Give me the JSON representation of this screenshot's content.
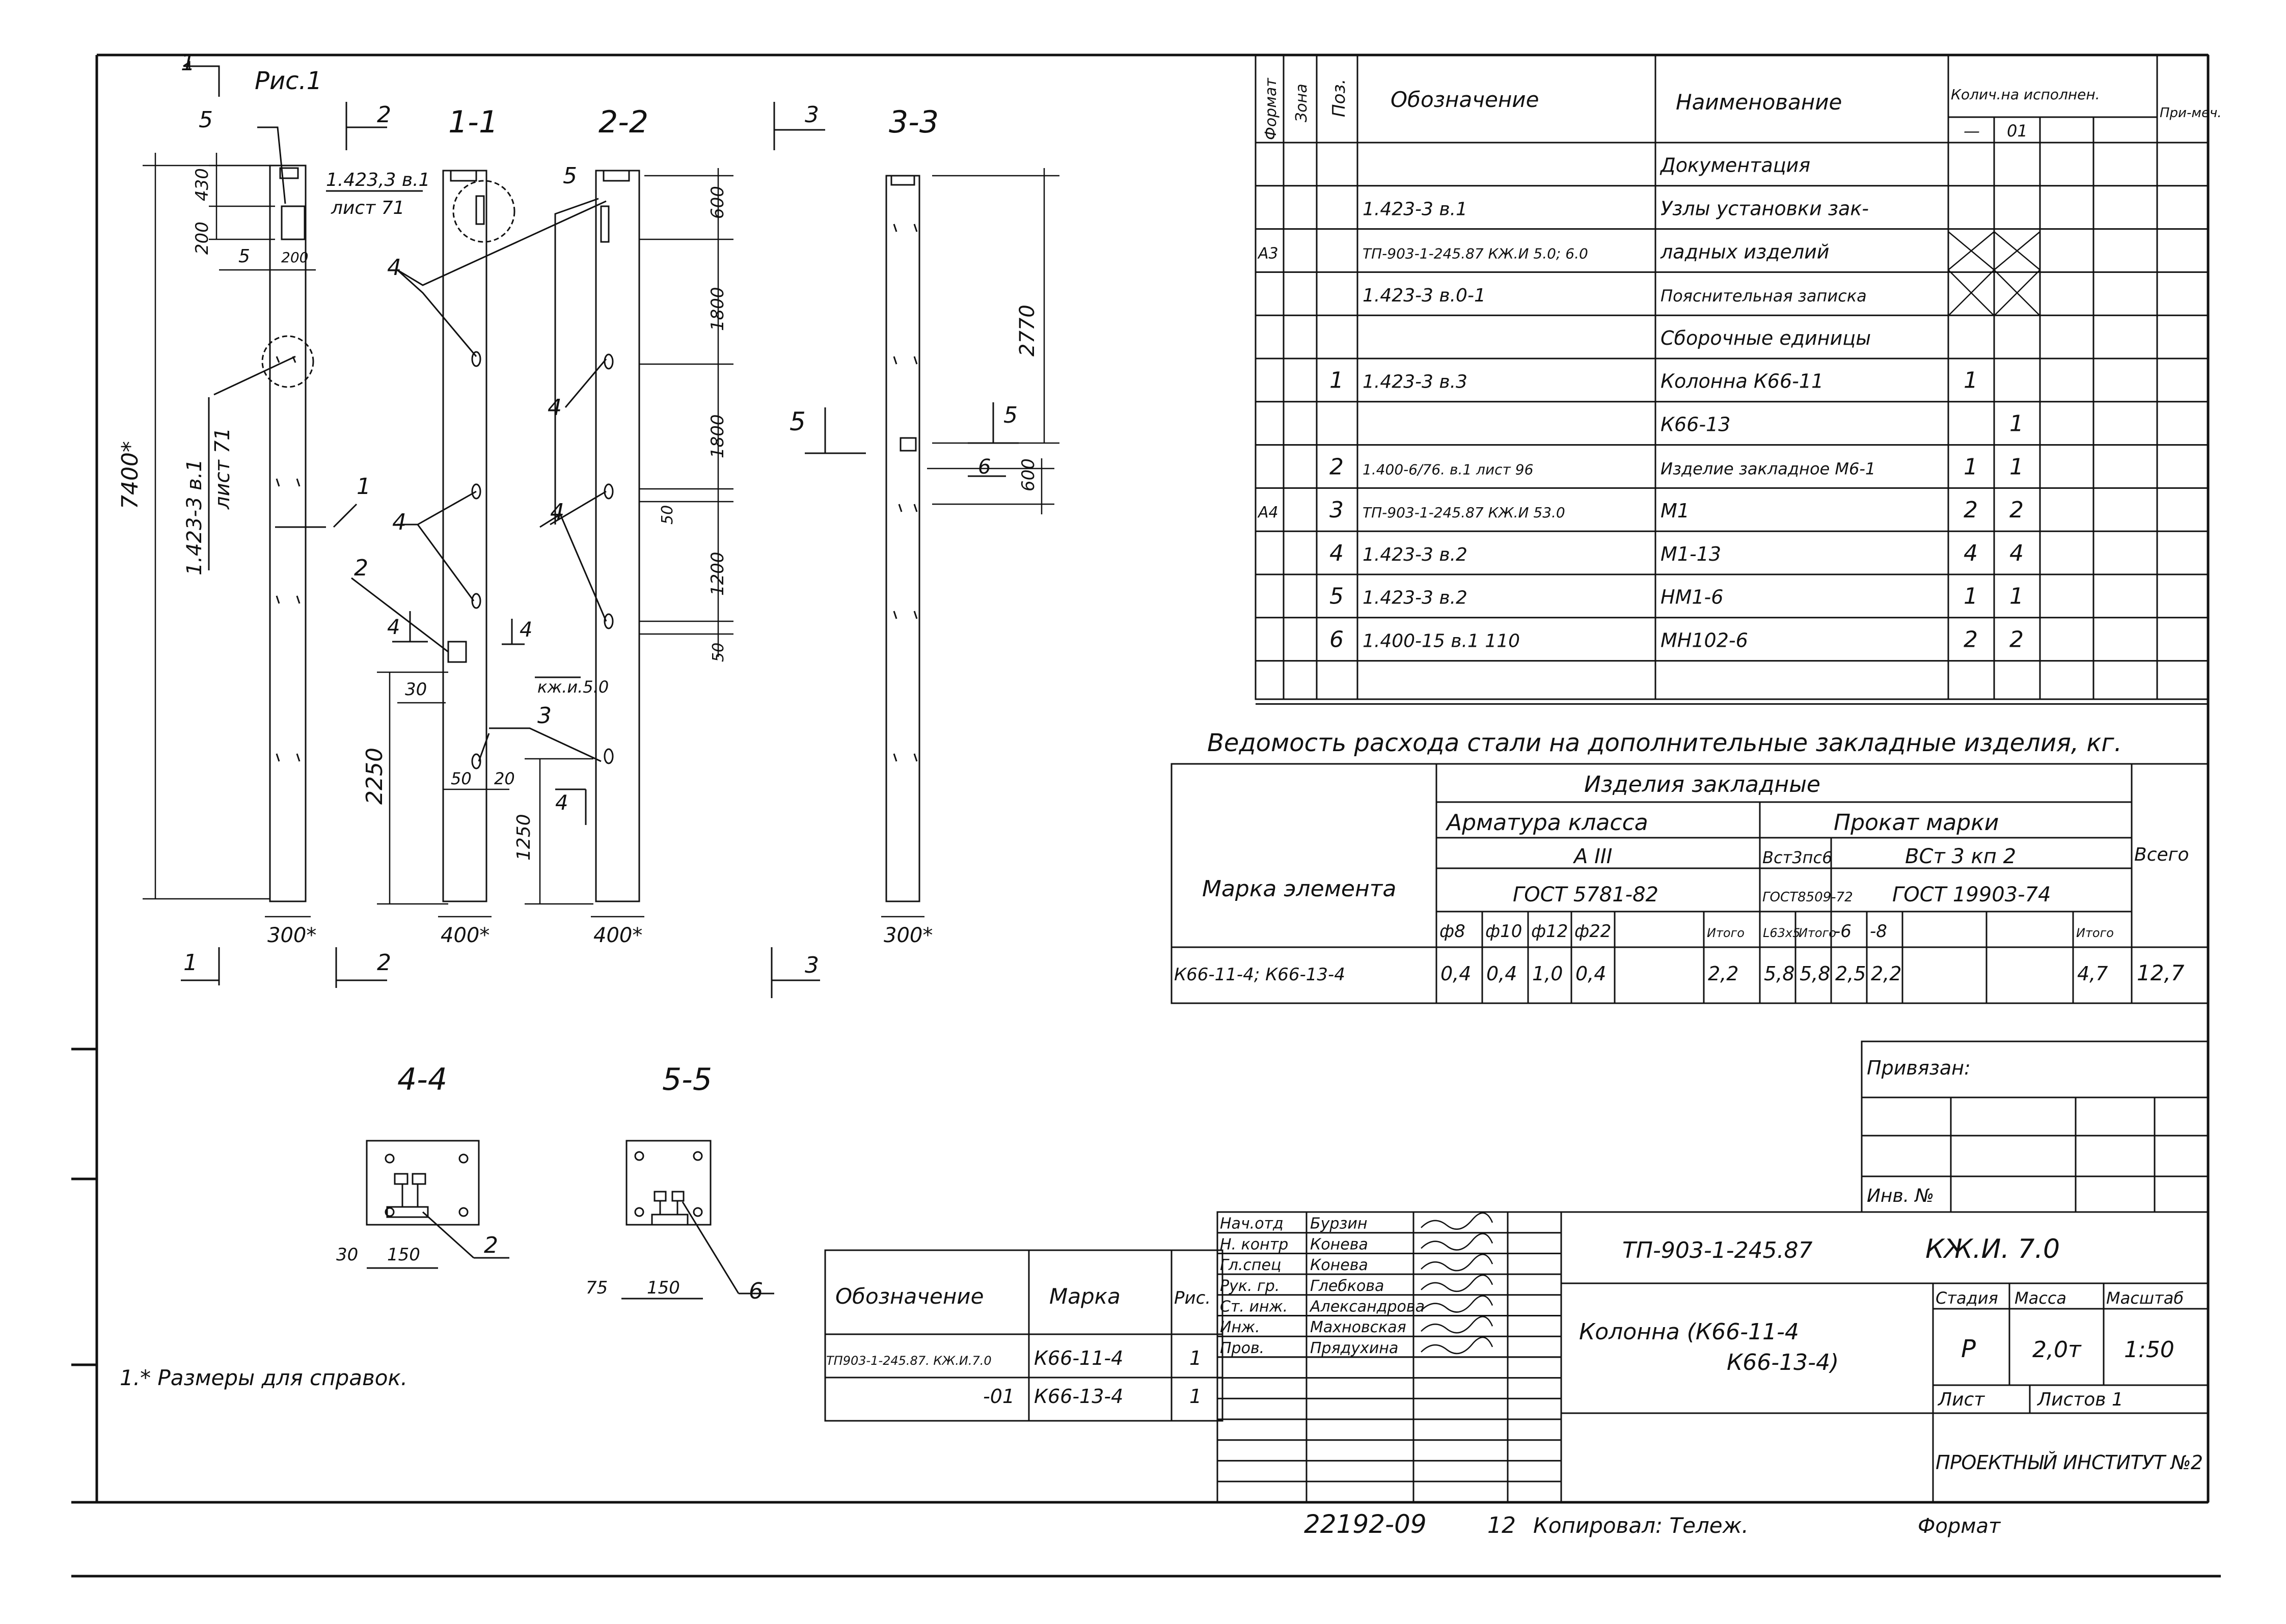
{
  "figure": {
    "title": "Рис.1",
    "sections": {
      "s11": "1-1",
      "s22": "2-2",
      "s33": "3-3",
      "s44": "4-4",
      "s55": "5-5"
    },
    "cut_marks": {
      "c1": "1",
      "c2": "2",
      "c3": "3",
      "c4": "4",
      "c5": "5"
    },
    "callouts": {
      "p1": "1",
      "p2": "2",
      "p3": "3",
      "p4": "4",
      "p5": "5",
      "p6": "6",
      "ref_node_a": "1.423-3 в.1",
      "ref_node_a_sheet": "лист 71",
      "ref_node_b": "1.423,3 в.1",
      "ref_node_b_sheet": "лист 71",
      "ref_kzhi": "кж.и.5.0"
    },
    "dims": {
      "d7400": "7400*",
      "d430": "430",
      "d200": "200",
      "d5": "5",
      "d200b": "200",
      "d600": "600",
      "d1800a": "1800",
      "d1800b": "1800",
      "d1200": "1200",
      "d50a": "50",
      "d50b": "50",
      "d2770": "2770",
      "d600b": "600",
      "d2250": "2250",
      "d30": "30",
      "d1250": "1250",
      "d50c": "50",
      "d20": "20",
      "w300a": "300*",
      "w400a": "400*",
      "w400b": "400*",
      "w300b": "300*",
      "s44_30": "30",
      "s44_150": "150",
      "s55_75": "75",
      "s55_150": "150"
    },
    "note": "1.* Размеры для справок."
  },
  "spec_table": {
    "headers": {
      "format": "Формат",
      "zone": "Зона",
      "pos": "Поз.",
      "oboz": "Обозначение",
      "naim": "Наименование",
      "kol": "Колич.на исполнен.",
      "kol_a": "—",
      "kol_b": "01",
      "prim": "При-меч."
    },
    "rows": [
      {
        "format": "",
        "zone": "",
        "pos": "",
        "oboz": "",
        "naim": "Документация",
        "q1": "",
        "q2": ""
      },
      {
        "format": "",
        "zone": "",
        "pos": "",
        "oboz": "1.423-3  в.1",
        "naim": "Узлы установки зак-",
        "q1": "",
        "q2": ""
      },
      {
        "format": "А3",
        "zone": "",
        "pos": "",
        "oboz": "ТП-903-1-245.87 КЖ.И 5.0; 6.0",
        "naim": "ладных изделий",
        "q1": "",
        "q2": ""
      },
      {
        "format": "",
        "zone": "",
        "pos": "",
        "oboz": "1.423-3  в.0-1",
        "naim": "Пояснительная записка",
        "q1": "",
        "q2": ""
      },
      {
        "format": "",
        "zone": "",
        "pos": "",
        "oboz": "",
        "naim": "Сборочные единицы",
        "q1": "",
        "q2": ""
      },
      {
        "format": "",
        "zone": "",
        "pos": "1",
        "oboz": "1.423-3  в.3",
        "naim": "Колонна   К66-11",
        "q1": "1",
        "q2": ""
      },
      {
        "format": "",
        "zone": "",
        "pos": "",
        "oboz": "",
        "naim": "К66-13",
        "q1": "",
        "q2": "1"
      },
      {
        "format": "",
        "zone": "",
        "pos": "2",
        "oboz": "1.400-6/76. в.1 лист 96",
        "naim": "Изделие закладное М6-1",
        "q1": "1",
        "q2": "1"
      },
      {
        "format": "А4",
        "zone": "",
        "pos": "3",
        "oboz": "ТП-903-1-245.87 КЖ.И 53.0",
        "naim": "М1",
        "q1": "2",
        "q2": "2"
      },
      {
        "format": "",
        "zone": "",
        "pos": "4",
        "oboz": "1.423-3  в.2",
        "naim": "М1-13",
        "q1": "4",
        "q2": "4"
      },
      {
        "format": "",
        "zone": "",
        "pos": "5",
        "oboz": "1.423-3  в.2",
        "naim": "НМ1-6",
        "q1": "1",
        "q2": "1"
      },
      {
        "format": "",
        "zone": "",
        "pos": "6",
        "oboz": "1.400-15 в.1     110",
        "naim": "МН102-6",
        "q1": "2",
        "q2": "2"
      },
      {
        "format": "",
        "zone": "",
        "pos": "",
        "oboz": "",
        "naim": "",
        "q1": "",
        "q2": ""
      }
    ]
  },
  "steel_table": {
    "title": "Ведомость расхода стали на дополнительные закладные изделия, кг.",
    "h_marka": "Марка элемента",
    "h_izd": "Изделия   закладные",
    "h_arm": "Арматура  класса",
    "h_prok": "Прокат  марки",
    "h_aiii": "А III",
    "h_vst1": "Вст3пс6",
    "h_vst2": "ВСт 3 кп 2",
    "h_gost1": "ГОСТ 5781-82",
    "h_gost2": "ГОСТ8509-72",
    "h_gost3": "ГОСТ 19903-74",
    "h_vsego": "Всего",
    "cols": [
      "ф8",
      "ф10",
      "ф12",
      "ф22",
      "",
      "Итого",
      "L63х5",
      "Итого",
      "-6",
      "-8",
      "",
      "",
      "Итого"
    ],
    "row": {
      "marka": "К66-11-4; К66-13-4",
      "vals": [
        "0,4",
        "0,4",
        "1,0",
        "0,4",
        "",
        "2,2",
        "5,8",
        "5,8",
        "2,5",
        "2,2",
        "",
        "",
        "4,7"
      ],
      "total": "12,7"
    }
  },
  "marks_table": {
    "headers": {
      "oboz": "Обозначение",
      "marka": "Марка",
      "ris": "Рис."
    },
    "rows": [
      {
        "oboz": "ТП903-1-245.87. КЖ.И.7.0",
        "marka": "К66-11-4",
        "ris": "1"
      },
      {
        "oboz": "-01",
        "marka": "К66-13-4",
        "ris": "1"
      }
    ]
  },
  "privyazan": {
    "label": "Привязан:",
    "inv": "Инв. №"
  },
  "title_block": {
    "signers": [
      {
        "role": "Нач.отд",
        "name": "Бурзин"
      },
      {
        "role": "Н. контр",
        "name": "Конева"
      },
      {
        "role": "Гл.спец",
        "name": "Конева"
      },
      {
        "role": "Рук. гр.",
        "name": "Глебкова"
      },
      {
        "role": "Ст. инж.",
        "name": "Александрова"
      },
      {
        "role": "Инж.",
        "name": "Махновская"
      },
      {
        "role": "Пров.",
        "name": "Прядухина"
      }
    ],
    "doc_code": "ТП-903-1-245.87",
    "doc_sheet": "КЖ.И. 7.0",
    "name_line1": "Колонна  (К66-11-4",
    "name_line2": "К66-13-4)",
    "stage_h": "Стадия",
    "mass_h": "Масса",
    "scale_h": "Масштаб",
    "stage": "Р",
    "mass": "2,0т",
    "scale": "1:50",
    "sheet_h": "Лист",
    "sheets_h": "Листов 1",
    "org": "ПРОЕКТНЫЙ ИНСТИТУТ №2"
  },
  "footer": {
    "inv": "22192-09",
    "num": "12",
    "copied": "Копировал: Тележ.",
    "format": "Формат"
  }
}
